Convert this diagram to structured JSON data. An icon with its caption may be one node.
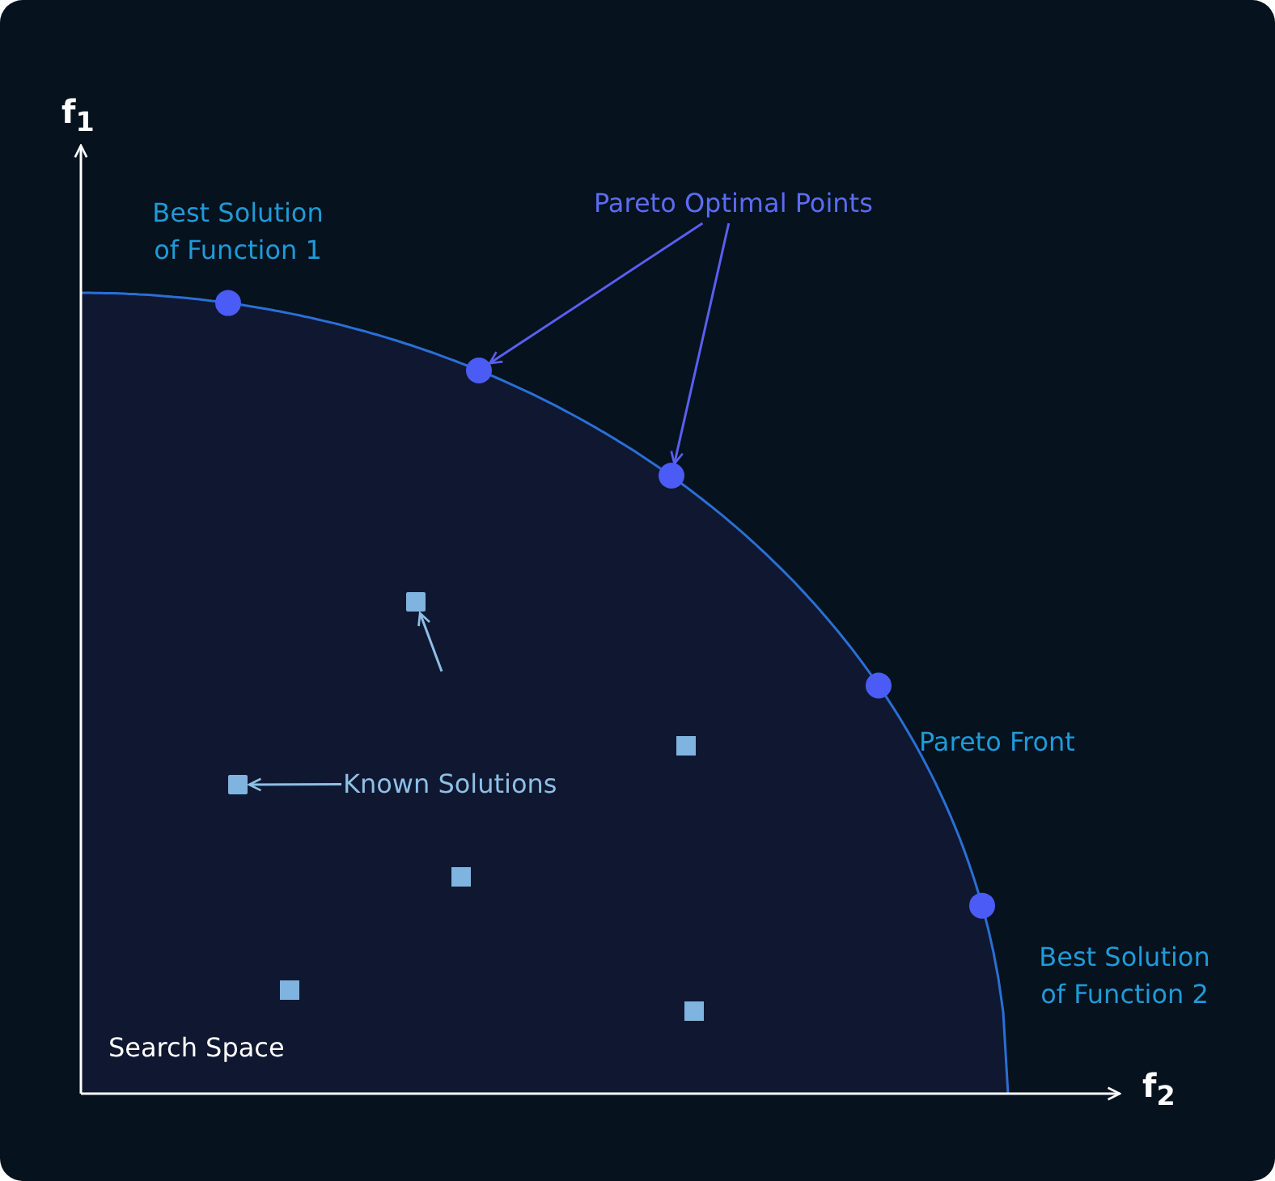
{
  "diagram": {
    "nodes": [
      {
        "text": [
          "Pareto Optimal Points"
        ]
      },
      {
        "text": [],
        "shape": "circle"
      },
      {
        "text": [],
        "shape": "circle"
      },
      {
        "text": [
          "Known Solutions"
        ]
      },
      {
        "text": [],
        "shape": "box"
      },
      {
        "text": [],
        "shape": "box"
      }
    ],
    "edges": [
      {
        "from": 0,
        "to": 1,
        "arrow": "to",
        "color": "#5a5ff0"
      },
      {
        "from": 0,
        "to": 2,
        "arrow": "to",
        "color": "#5a5ff0"
      },
      {
        "from": 3,
        "to": 4,
        "arrow": "to",
        "color": "#8fbfe6"
      },
      {
        "from": null,
        "to": 5,
        "arrow": "to",
        "color": "#8fbfe6"
      }
    ],
    "labels": [
      "f$_{1}$",
      "Best Solution of Function 1",
      "Pareto Front",
      "Best Solution of Function 2",
      "Search Space",
      "f$_{2}$"
    ]
  }
}
